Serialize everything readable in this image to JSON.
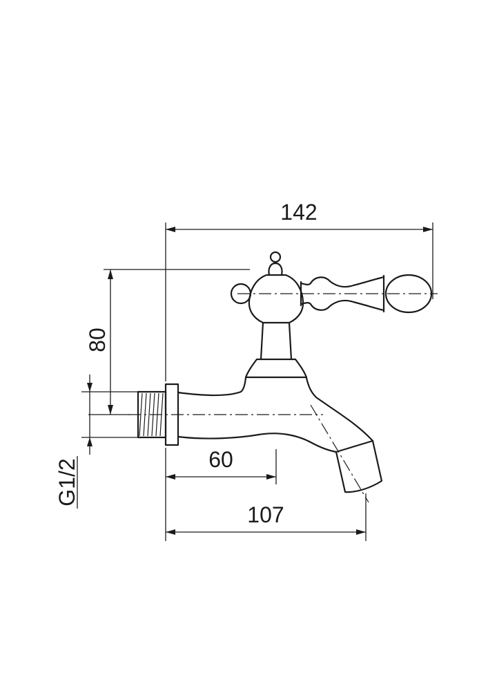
{
  "dimensions": {
    "overall_length": "142",
    "handle_height": "80",
    "valve_axis_offset": "60",
    "spout_axis_offset": "107",
    "thread_size": "G1/2"
  },
  "colors": {
    "line": "#1a1a1a",
    "background": "#ffffff"
  }
}
